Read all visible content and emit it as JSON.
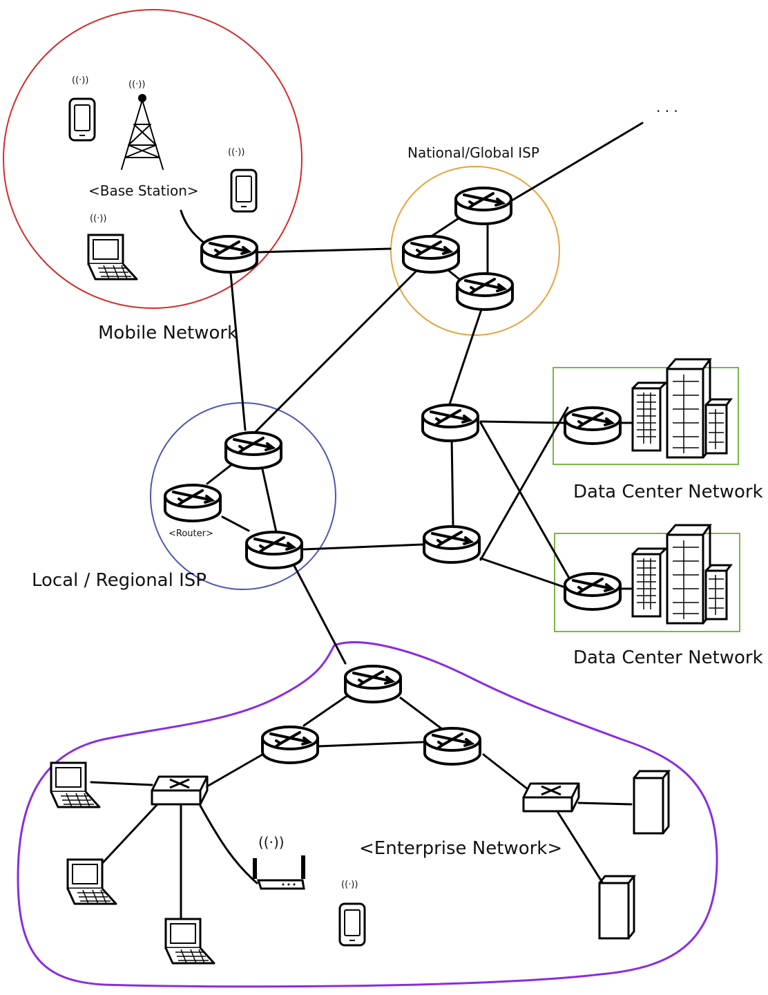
{
  "regions": {
    "mobile": {
      "label": "Mobile Network",
      "color": "#d42a2a"
    },
    "national": {
      "label": "National/Global ISP",
      "color": "#e8a33a"
    },
    "local": {
      "label": "Local / Regional ISP",
      "color": "#4a54b8"
    },
    "datacenter1": {
      "label": "Data Center Network",
      "color": "#7ab648"
    },
    "datacenter2": {
      "label": "Data Center Network",
      "color": "#7ab648"
    },
    "enterprise": {
      "label": "<Enterprise Network>",
      "color": "#8a2be2"
    }
  },
  "annotations": {
    "base_station": "<Base Station>",
    "router": "<Router>",
    "ellipsis": ". . .",
    "wireless": "((·))"
  },
  "icons": {
    "router": "router-icon",
    "switch": "switch-icon",
    "phone": "phone-icon",
    "laptop": "laptop-icon",
    "tower": "cell-tower-icon",
    "server": "server-icon",
    "wifi_router": "wifi-access-point-icon"
  }
}
